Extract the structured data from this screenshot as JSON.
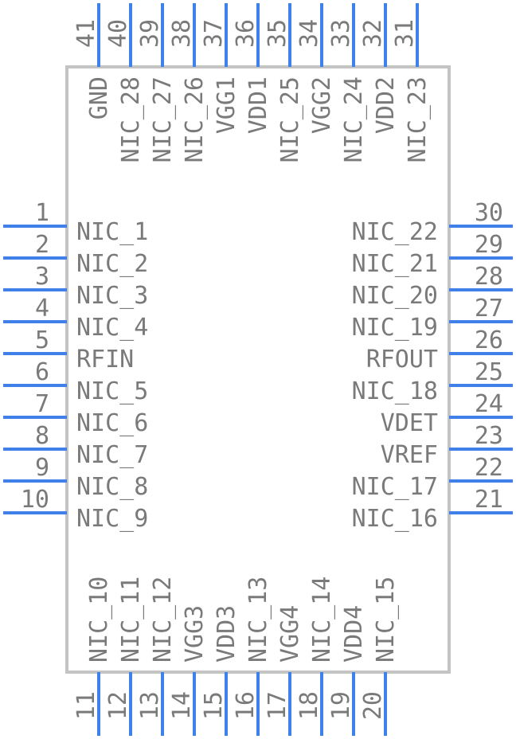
{
  "colors": {
    "pin": "#3f80ea",
    "body": "#c4c4c4",
    "text": "#7a7a7a"
  },
  "pins": {
    "left": [
      {
        "number": "1",
        "name": "NIC_1"
      },
      {
        "number": "2",
        "name": "NIC_2"
      },
      {
        "number": "3",
        "name": "NIC_3"
      },
      {
        "number": "4",
        "name": "NIC_4"
      },
      {
        "number": "5",
        "name": "RFIN"
      },
      {
        "number": "6",
        "name": "NIC_5"
      },
      {
        "number": "7",
        "name": "NIC_6"
      },
      {
        "number": "8",
        "name": "NIC_7"
      },
      {
        "number": "9",
        "name": "NIC_8"
      },
      {
        "number": "10",
        "name": "NIC_9"
      }
    ],
    "right": [
      {
        "number": "30",
        "name": "NIC_22"
      },
      {
        "number": "29",
        "name": "NIC_21"
      },
      {
        "number": "28",
        "name": "NIC_20"
      },
      {
        "number": "27",
        "name": "NIC_19"
      },
      {
        "number": "26",
        "name": "RFOUT"
      },
      {
        "number": "25",
        "name": "NIC_18"
      },
      {
        "number": "24",
        "name": "VDET"
      },
      {
        "number": "23",
        "name": "VREF"
      },
      {
        "number": "22",
        "name": "NIC_17"
      },
      {
        "number": "21",
        "name": "NIC_16"
      }
    ],
    "bottom": [
      {
        "number": "11",
        "name": "NIC_10"
      },
      {
        "number": "12",
        "name": "NIC_11"
      },
      {
        "number": "13",
        "name": "NIC_12"
      },
      {
        "number": "14",
        "name": "VGG3"
      },
      {
        "number": "15",
        "name": "VDD3"
      },
      {
        "number": "16",
        "name": "NIC_13"
      },
      {
        "number": "17",
        "name": "VGG4"
      },
      {
        "number": "18",
        "name": "NIC_14"
      },
      {
        "number": "19",
        "name": "VDD4"
      },
      {
        "number": "20",
        "name": "NIC_15"
      }
    ],
    "top": [
      {
        "number": "41",
        "name": "GND"
      },
      {
        "number": "40",
        "name": "NIC_28"
      },
      {
        "number": "39",
        "name": "NIC_27"
      },
      {
        "number": "38",
        "name": "NIC_26"
      },
      {
        "number": "37",
        "name": "VGG1"
      },
      {
        "number": "36",
        "name": "VDD1"
      },
      {
        "number": "35",
        "name": "NIC_25"
      },
      {
        "number": "34",
        "name": "VGG2"
      },
      {
        "number": "33",
        "name": "NIC_24"
      },
      {
        "number": "32",
        "name": "VDD2"
      },
      {
        "number": "31",
        "name": "NIC_23"
      }
    ]
  }
}
